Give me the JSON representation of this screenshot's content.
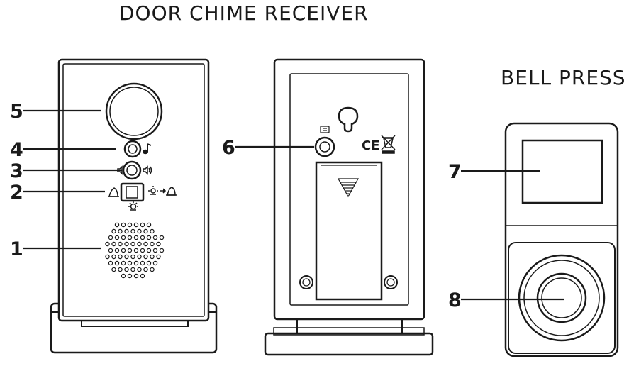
{
  "titles": {
    "receiver": "DOOR CHIME RECEIVER",
    "bell_press": "BELL PRESS"
  },
  "callouts": [
    {
      "number": "5",
      "target": "speaker-grille-top"
    },
    {
      "number": "4",
      "target": "melody-button"
    },
    {
      "number": "3",
      "target": "volume-knob"
    },
    {
      "number": "2",
      "target": "mode-switch"
    },
    {
      "number": "1",
      "target": "speaker-grille"
    },
    {
      "number": "6",
      "target": "mounting-hole-button"
    },
    {
      "number": "7",
      "target": "name-label-window"
    },
    {
      "number": "8",
      "target": "push-button"
    }
  ],
  "markings": {
    "ce_mark": "CE"
  },
  "colors": {
    "line": "#1a1a1a",
    "background": "#ffffff"
  },
  "icons": [
    "note-icon",
    "volume-low-icon",
    "volume-high-icon",
    "bell-icon",
    "light-icon",
    "light-to-bell-icon",
    "battery-icon",
    "weee-bin-icon",
    "keyhole-icon"
  ]
}
